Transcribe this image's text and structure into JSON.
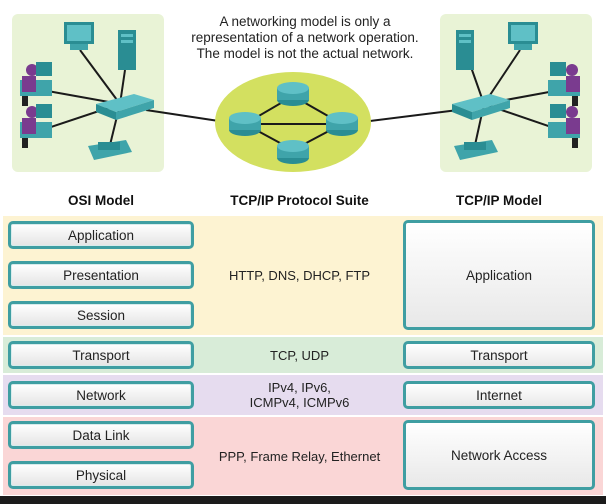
{
  "caption": {
    "line1": "A networking model is only a",
    "line2": "representation of a network operation.",
    "line3": "The model is not the actual network."
  },
  "headers": {
    "osi": "OSI Model",
    "suite": "TCP/IP Protocol  Suite",
    "tcpip": "TCP/IP Model"
  },
  "osi_layers": [
    "Application",
    "Presentation",
    "Session",
    "Transport",
    "Network",
    "Data Link",
    "Physical"
  ],
  "protocols": {
    "app": "HTTP, DNS, DHCP, FTP",
    "transport": "TCP, UDP",
    "internet_line1": "IPv4, IPv6,",
    "internet_line2": "ICMPv4, ICMPv6",
    "access": "PPP, Frame Relay, Ethernet"
  },
  "tcpip_layers": {
    "application": "Application",
    "transport": "Transport",
    "internet": "Internet",
    "network_access": "Network Access"
  },
  "colors": {
    "band_app": "#fdf3d2",
    "band_transport": "#d8ecd8",
    "band_internet": "#e6dcef",
    "band_access": "#fad6d6",
    "teal": "#3f9ea2",
    "panel": "#e9f3d6"
  }
}
